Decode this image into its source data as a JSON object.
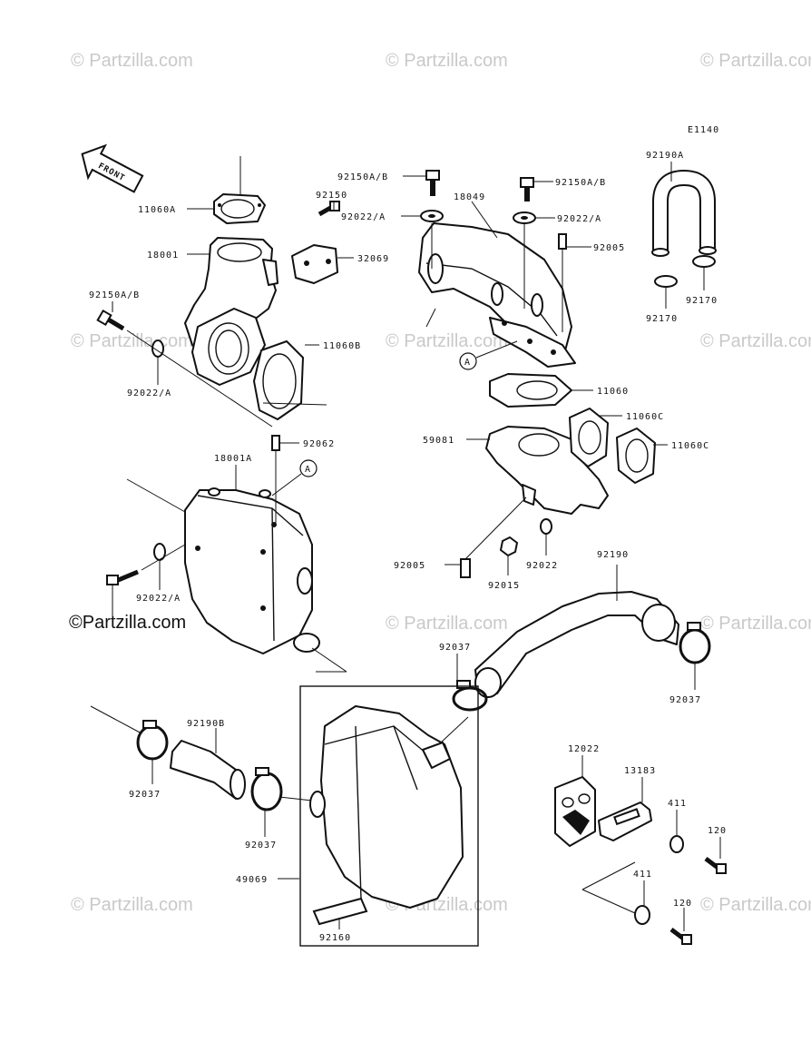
{
  "diagram_code": "E1140",
  "front_arrow_label": "FRONT",
  "watermark_text": "© Partzilla.com",
  "watermark_dark_text": "©Partzilla.com",
  "ref_marker": "A",
  "labels": {
    "p11060A": "11060A",
    "p18001": "18001",
    "p92150": "92150",
    "p32069": "32069",
    "p92150AB_left": "92150A/B",
    "p92022A_left": "92022/A",
    "p11060B": "11060B",
    "p92150AB_top1": "92150A/B",
    "p92150AB_top2": "92150A/B",
    "p18049": "18049",
    "p92022A_top1": "92022/A",
    "p92022A_top2": "92022/A",
    "p92005_top": "92005",
    "p92190A": "92190A",
    "p92170_a": "92170",
    "p92170_b": "92170",
    "p11060": "11060",
    "p11060C_1": "11060C",
    "p11060C_2": "11060C",
    "p59081": "59081",
    "p92062": "92062",
    "p18001A": "18001A",
    "p92022A_mid": "92022/A",
    "p92005_bot": "92005",
    "p92015": "92015",
    "p92022": "92022",
    "p92190": "92190",
    "p92037_a": "92037",
    "p92037_b": "92037",
    "p92037_c": "92037",
    "p92037_d": "92037",
    "p92190B": "92190B",
    "p49069": "49069",
    "p92160": "92160",
    "p12022": "12022",
    "p13183": "13183",
    "p411_a": "411",
    "p411_b": "411",
    "p120_a": "120",
    "p120_b": "120"
  }
}
